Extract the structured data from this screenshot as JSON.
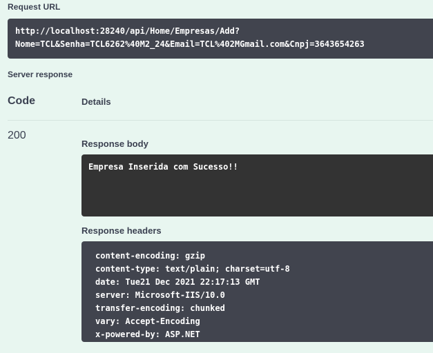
{
  "request": {
    "label": "Request URL",
    "url_line1": "http://localhost:28240/api/Home/Empresas/Add?",
    "url_line2": "Nome=TCL&Senha=TCL6262%40M2_24&Email=TCL%402MGmail.com&Cnpj=3643654263"
  },
  "server_response": {
    "label": "Server response",
    "columns": {
      "code": "Code",
      "details": "Details"
    },
    "code": "200"
  },
  "response_body": {
    "label": "Response body",
    "content": "Empresa Inserida com Sucesso!!"
  },
  "response_headers": {
    "label": "Response headers",
    "lines": [
      "content-encoding: gzip",
      "content-type: text/plain; charset=utf-8",
      "date: Tue21 Dec 2021 22:17:13 GMT",
      "server: Microsoft-IIS/10.0",
      "transfer-encoding: chunked",
      "vary: Accept-Encoding",
      "x-powered-by: ASP.NET"
    ]
  },
  "colors": {
    "page_background": "#e8f6f0",
    "url_box": "#41444e",
    "body_box": "#333333",
    "headers_box": "#41444e",
    "text_dark": "#3b4151",
    "mono_text": "#ffffff",
    "divider": "#d5e5de"
  }
}
